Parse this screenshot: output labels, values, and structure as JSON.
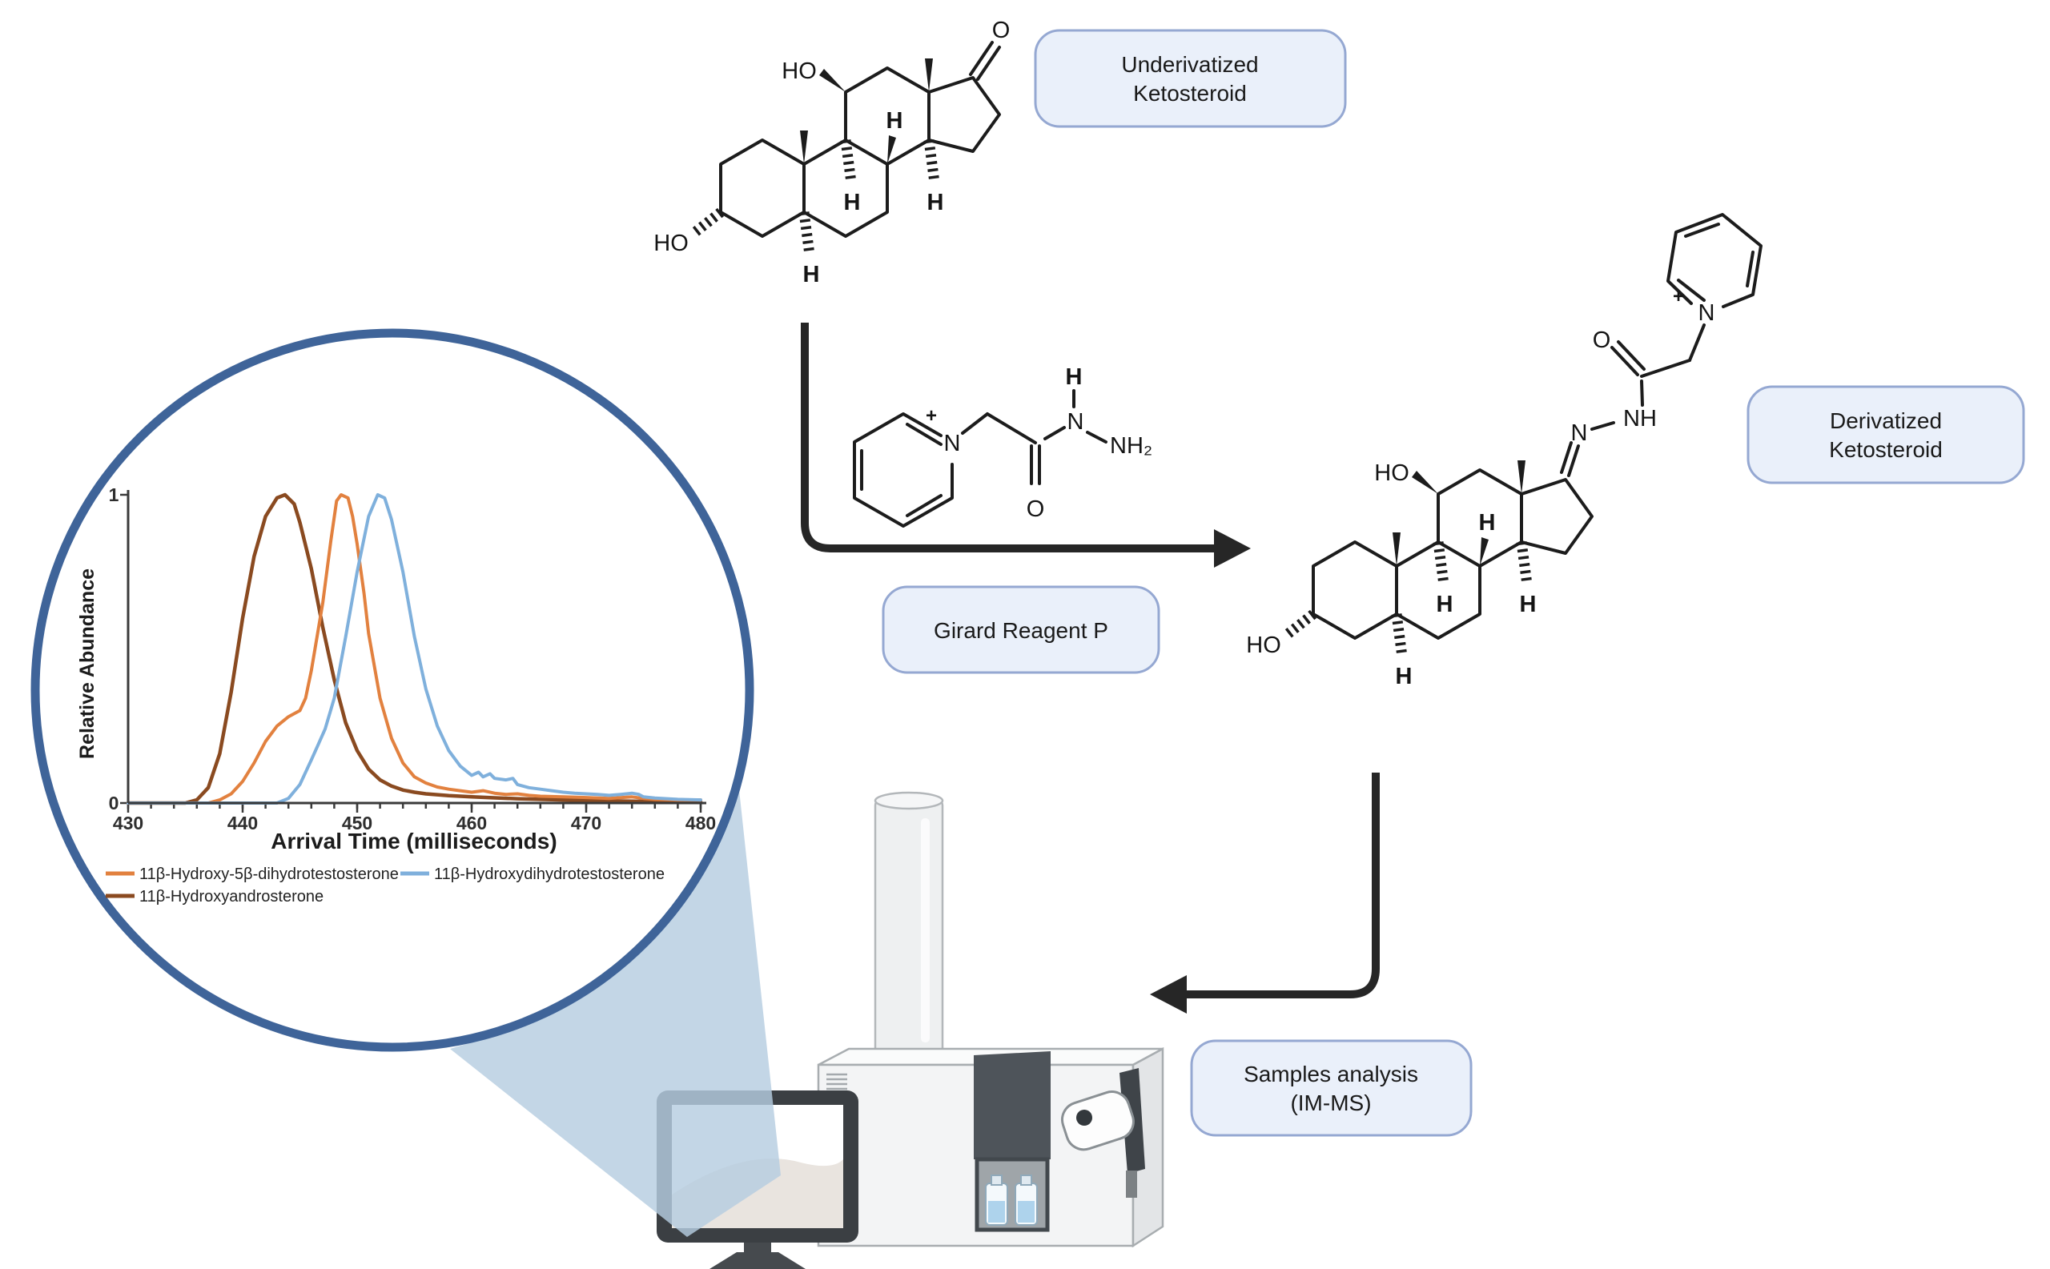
{
  "figure": {
    "boxes": {
      "underivatized": {
        "line1": "Underivatized",
        "line2": "Ketosteroid"
      },
      "girard": {
        "label": "Girard Reagent P"
      },
      "derivatized": {
        "line1": "Derivatized",
        "line2": "Ketosteroid"
      },
      "samples": {
        "line1": "Samples analysis",
        "line2": "(IM-MS)"
      }
    },
    "molecule_labels": {
      "ho": "HO",
      "o": "O",
      "h": "H",
      "n": "N",
      "nh": "NH",
      "nh2": "NH₂",
      "plus": "+"
    },
    "molecules": [
      "underivatized-ketosteroid-structure",
      "girard-reagent-p-structure",
      "derivatized-ketosteroid-structure"
    ]
  },
  "chart_data": {
    "type": "line",
    "title": "",
    "xlabel": "Arrival Time (milliseconds)",
    "ylabel": "Relative Abundance",
    "xlim": [
      430,
      480
    ],
    "ylim": [
      0,
      1
    ],
    "x_ticks": [
      430,
      440,
      450,
      460,
      470,
      480
    ],
    "minor_tick_step": 2,
    "y_ticks": [
      0,
      1
    ],
    "grid": false,
    "legend_position": "below",
    "series": [
      {
        "name": "11β-Hydroxy-5β-dihydrotestosterone",
        "color": "#e2813f",
        "width": 4,
        "peak_ms": 448.6,
        "points": [
          [
            430,
            0
          ],
          [
            437,
            0
          ],
          [
            438,
            0.01
          ],
          [
            439,
            0.03
          ],
          [
            440,
            0.07
          ],
          [
            441,
            0.13
          ],
          [
            442,
            0.2
          ],
          [
            443,
            0.25
          ],
          [
            444,
            0.28
          ],
          [
            445,
            0.3
          ],
          [
            445.5,
            0.34
          ],
          [
            446,
            0.43
          ],
          [
            447,
            0.65
          ],
          [
            447.7,
            0.85
          ],
          [
            448.2,
            0.98
          ],
          [
            448.6,
            1.0
          ],
          [
            449.2,
            0.99
          ],
          [
            449.6,
            0.93
          ],
          [
            450,
            0.84
          ],
          [
            450.6,
            0.68
          ],
          [
            451,
            0.55
          ],
          [
            452,
            0.34
          ],
          [
            453,
            0.21
          ],
          [
            454,
            0.13
          ],
          [
            455,
            0.085
          ],
          [
            456,
            0.065
          ],
          [
            457,
            0.052
          ],
          [
            458,
            0.045
          ],
          [
            459,
            0.04
          ],
          [
            460,
            0.035
          ],
          [
            461,
            0.04
          ],
          [
            462,
            0.032
          ],
          [
            463,
            0.028
          ],
          [
            464,
            0.03
          ],
          [
            465,
            0.025
          ],
          [
            466,
            0.022
          ],
          [
            468,
            0.02
          ],
          [
            470,
            0.018
          ],
          [
            472,
            0.015
          ],
          [
            474,
            0.02
          ],
          [
            475,
            0.015
          ],
          [
            476,
            0.012
          ],
          [
            478,
            0.01
          ],
          [
            480,
            0.01
          ]
        ]
      },
      {
        "name": "11β-Hydroxydihydrotestosterone",
        "color": "#7fb0dc",
        "width": 4,
        "peak_ms": 451.8,
        "points": [
          [
            430,
            0
          ],
          [
            443,
            0
          ],
          [
            444,
            0.015
          ],
          [
            445,
            0.06
          ],
          [
            446,
            0.14
          ],
          [
            446.6,
            0.19
          ],
          [
            447.2,
            0.24
          ],
          [
            448,
            0.34
          ],
          [
            449,
            0.54
          ],
          [
            450,
            0.75
          ],
          [
            451,
            0.93
          ],
          [
            451.8,
            1.0
          ],
          [
            452.4,
            0.99
          ],
          [
            453,
            0.92
          ],
          [
            454,
            0.75
          ],
          [
            455,
            0.54
          ],
          [
            456,
            0.37
          ],
          [
            457,
            0.25
          ],
          [
            458,
            0.17
          ],
          [
            459,
            0.12
          ],
          [
            460,
            0.09
          ],
          [
            460.6,
            0.1
          ],
          [
            461,
            0.085
          ],
          [
            461.6,
            0.095
          ],
          [
            462,
            0.08
          ],
          [
            463,
            0.075
          ],
          [
            463.6,
            0.08
          ],
          [
            464,
            0.06
          ],
          [
            465,
            0.05
          ],
          [
            466,
            0.045
          ],
          [
            467,
            0.04
          ],
          [
            468,
            0.035
          ],
          [
            469,
            0.032
          ],
          [
            470,
            0.03
          ],
          [
            471,
            0.028
          ],
          [
            472,
            0.025
          ],
          [
            473,
            0.028
          ],
          [
            474,
            0.032
          ],
          [
            474.6,
            0.028
          ],
          [
            475,
            0.02
          ],
          [
            476,
            0.016
          ],
          [
            478,
            0.012
          ],
          [
            480,
            0.01
          ]
        ]
      },
      {
        "name": "11β-Hydroxyandrosterone",
        "color": "#8a4a20",
        "width": 4.5,
        "peak_ms": 443.7,
        "points": [
          [
            430,
            0
          ],
          [
            435,
            0
          ],
          [
            436,
            0.01
          ],
          [
            437,
            0.05
          ],
          [
            438,
            0.16
          ],
          [
            439,
            0.36
          ],
          [
            440,
            0.6
          ],
          [
            441,
            0.8
          ],
          [
            442,
            0.93
          ],
          [
            443,
            0.99
          ],
          [
            443.7,
            1.0
          ],
          [
            444.5,
            0.97
          ],
          [
            445,
            0.91
          ],
          [
            446,
            0.76
          ],
          [
            447,
            0.57
          ],
          [
            448,
            0.4
          ],
          [
            449,
            0.26
          ],
          [
            450,
            0.17
          ],
          [
            451,
            0.11
          ],
          [
            452,
            0.075
          ],
          [
            453,
            0.055
          ],
          [
            454,
            0.042
          ],
          [
            455,
            0.035
          ],
          [
            456,
            0.03
          ],
          [
            457,
            0.027
          ],
          [
            458,
            0.024
          ],
          [
            459,
            0.022
          ],
          [
            460,
            0.02
          ],
          [
            462,
            0.017
          ],
          [
            464,
            0.014
          ],
          [
            466,
            0.012
          ],
          [
            468,
            0.01
          ],
          [
            470,
            0.009
          ],
          [
            472,
            0.007
          ],
          [
            474,
            0.006
          ],
          [
            476,
            0.005
          ],
          [
            478,
            0.004
          ],
          [
            480,
            0.004
          ]
        ]
      }
    ]
  },
  "palette": {
    "box_fill": "#eaf0fa",
    "box_border": "#95a8d2",
    "circle_stroke": "#3f6499",
    "beam_fill": "#b6cde1",
    "arrow_color": "#262626",
    "ink": "#1c1c1c"
  }
}
